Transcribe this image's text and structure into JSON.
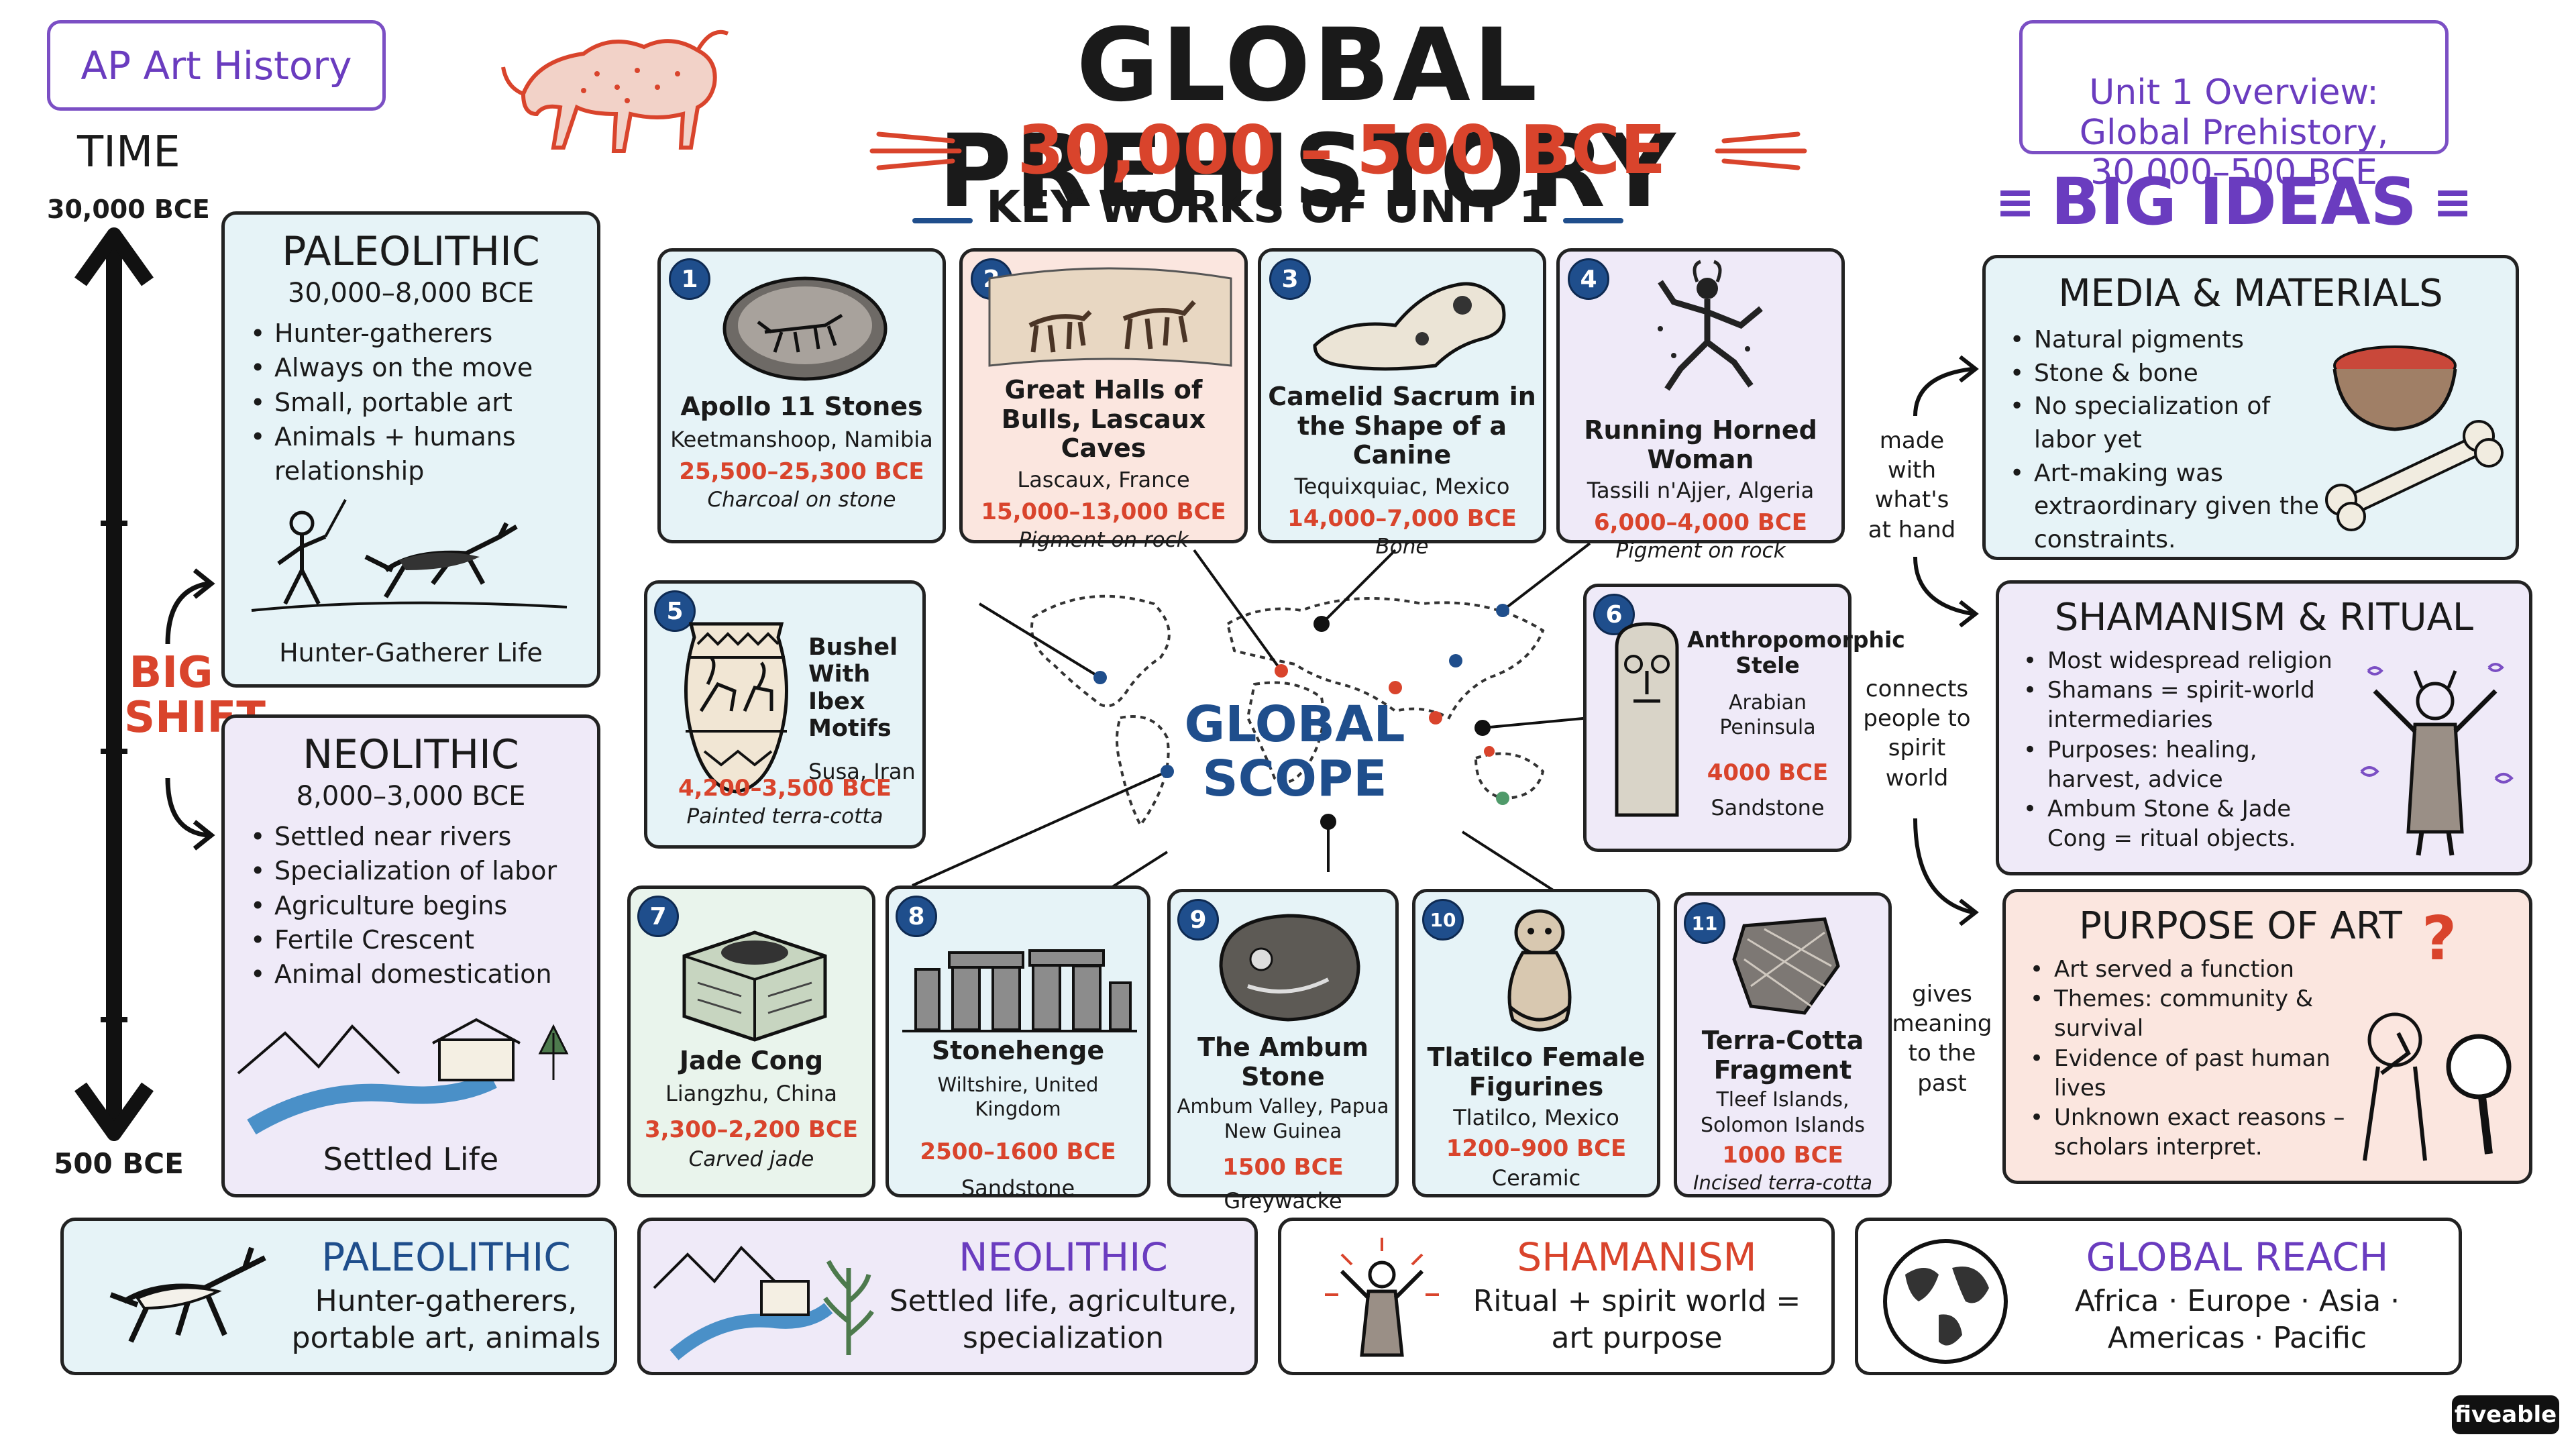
{
  "header": {
    "badge": "AP Art History",
    "title": "GLOBAL PREHISTORY",
    "dates": "30,000 – 500 BCE",
    "overview": "Unit 1 Overview:\nGlobal Prehistory,\n30,000–500 BCE"
  },
  "timeline": {
    "label": "TIME",
    "start": "30,000 BCE",
    "end": "500 BCE",
    "shift": "BIG\nSHIFT"
  },
  "paleolithic": {
    "title": "PALEOLITHIC",
    "dates": "30,000–8,000 BCE",
    "bullets": [
      "Hunter-gatherers",
      "Always on the move",
      "Small, portable art",
      "Animals + humans relationship"
    ],
    "caption": "Hunter-Gatherer Life"
  },
  "neolithic": {
    "title": "NEOLITHIC",
    "dates": "8,000–3,000 BCE",
    "bullets": [
      "Settled near rivers",
      "Specialization of labor",
      "Agriculture begins",
      "Fertile Crescent",
      "Animal domestication"
    ],
    "caption": "Settled Life"
  },
  "key_works": {
    "heading": "KEY WORKS OF UNIT 1",
    "scope": "GLOBAL\nSCOPE",
    "items": [
      {
        "n": "1",
        "title": "Apollo 11 Stones",
        "loc": "Keetmanshoop, Namibia",
        "date": "25,500–25,300 BCE",
        "medium": "Charcoal on stone"
      },
      {
        "n": "2",
        "title": "Great Halls of Bulls, Lascaux Caves",
        "loc": "Lascaux, France",
        "date": "15,000–13,000 BCE",
        "medium": "Pigment on rock"
      },
      {
        "n": "3",
        "title": "Camelid Sacrum in the Shape of a Canine",
        "loc": "Tequixquiac, Mexico",
        "date": "14,000–7,000 BCE",
        "medium": "Bone"
      },
      {
        "n": "4",
        "title": "Running Horned Woman",
        "loc": "Tassili n'Ajjer, Algeria",
        "date": "6,000–4,000 BCE",
        "medium": "Pigment on rock"
      },
      {
        "n": "5",
        "title": "Bushel With Ibex Motifs",
        "loc": "Susa, Iran",
        "date": "4,200–3,500 BCE",
        "medium": "Painted terra-cotta"
      },
      {
        "n": "6",
        "title": "Anthropomorphic Stele",
        "loc": "Arabian Peninsula",
        "date": "4000 BCE",
        "medium": "Sandstone"
      },
      {
        "n": "7",
        "title": "Jade Cong",
        "loc": "Liangzhu, China",
        "date": "3,300–2,200 BCE",
        "medium": "Carved jade"
      },
      {
        "n": "8",
        "title": "Stonehenge",
        "loc": "Wiltshire, United Kingdom",
        "date": "2500–1600 BCE",
        "medium": "Sandstone"
      },
      {
        "n": "9",
        "title": "The Ambum Stone",
        "loc": "Ambum Valley, Papua New Guinea",
        "date": "1500 BCE",
        "medium": "Greywacke"
      },
      {
        "n": "10",
        "title": "Tlatilco Female Figurines",
        "loc": "Tlatilco, Mexico",
        "date": "1200–900 BCE",
        "medium": "Ceramic"
      },
      {
        "n": "11",
        "title": "Terra-Cotta Fragment",
        "loc": "Tleef Islands, Solomon Islands",
        "date": "1000 BCE",
        "medium": "Incised terra-cotta"
      }
    ]
  },
  "big_ideas": {
    "heading": "BIG IDEAS",
    "media": {
      "title": "MEDIA & MATERIALS",
      "bullets": [
        "Natural pigments",
        "Stone & bone",
        "No specialization of labor yet",
        "Art-making was extraordinary given the constraints."
      ]
    },
    "shamanism": {
      "title": "SHAMANISM & RITUAL",
      "bullets": [
        "Most widespread religion",
        "Shamans = spirit-world intermediaries",
        "Purposes: healing, harvest, advice",
        "Ambum Stone & Jade Cong = ritual objects."
      ]
    },
    "purpose": {
      "title": "PURPOSE OF ART",
      "bullets": [
        "Art served a function",
        "Themes: community & survival",
        "Evidence of past human lives",
        "Unknown exact reasons – scholars interpret."
      ]
    },
    "connectors": [
      "made\nwith\nwhat's\nat hand",
      "connects\npeople to\nspirit\nworld",
      "gives\nmeaning\nto the\npast"
    ]
  },
  "summary": [
    {
      "title": "PALEOLITHIC",
      "text": "Hunter-gatherers,\nportable art, animals"
    },
    {
      "title": "NEOLITHIC",
      "text": "Settled life, agriculture,\nspecialization"
    },
    {
      "title": "SHAMANISM",
      "text": "Ritual + spirit world =\nart purpose"
    },
    {
      "title": "GLOBAL REACH",
      "text": "Africa · Europe · Asia ·\nAmericas · Pacific"
    }
  ],
  "brand": "fiveable",
  "colors": {
    "red": "#d9442c",
    "purple": "#6a3cbf",
    "navy": "#1f4e8c",
    "blue_bg": "#e6f3f7",
    "lavender_bg": "#efeaf8",
    "green_bg": "#e9f4ec",
    "peach_bg": "#fbe6df"
  }
}
